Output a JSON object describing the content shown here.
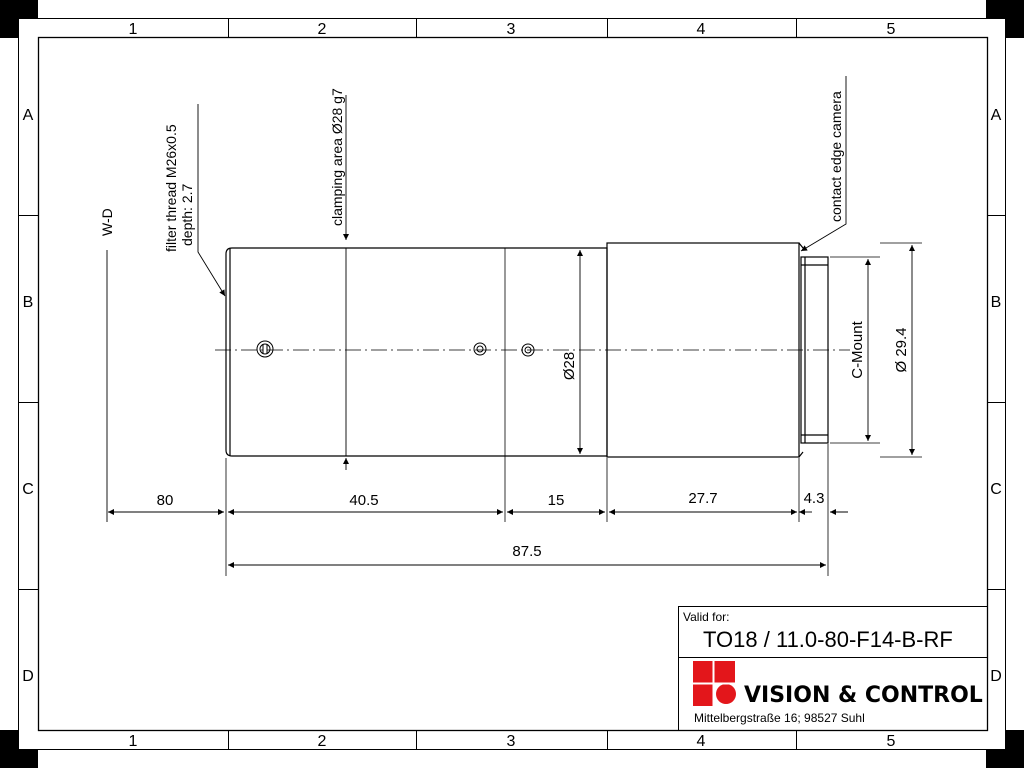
{
  "frame": {
    "columns": [
      "1",
      "2",
      "3",
      "4",
      "5"
    ],
    "rows": [
      "A",
      "B",
      "C",
      "D"
    ]
  },
  "annotations": {
    "filter_thread": "filter thread M26x0.5",
    "filter_depth": "depth: 2.7",
    "clamping_area": "clamping area Ø28 g7",
    "contact_edge": "contact edge camera",
    "working_distance": "W-D",
    "c_mount": "C-Mount"
  },
  "dimensions": {
    "working_distance_value": "80",
    "segment_1": "40.5",
    "segment_2": "15",
    "segment_3": "27.7",
    "segment_4": "4.3",
    "total_length": "87.5",
    "body_diameter": "Ø28",
    "mount_diameter": "Ø 29.4"
  },
  "title_block": {
    "valid_for_label": "Valid for:",
    "part_number": "TO18 / 11.0-80-F14-B-RF",
    "company": "VISION & CONTROL",
    "address": "Mittelbergstraße 16; 98527 Suhl",
    "logo_color": "#e3161b"
  }
}
